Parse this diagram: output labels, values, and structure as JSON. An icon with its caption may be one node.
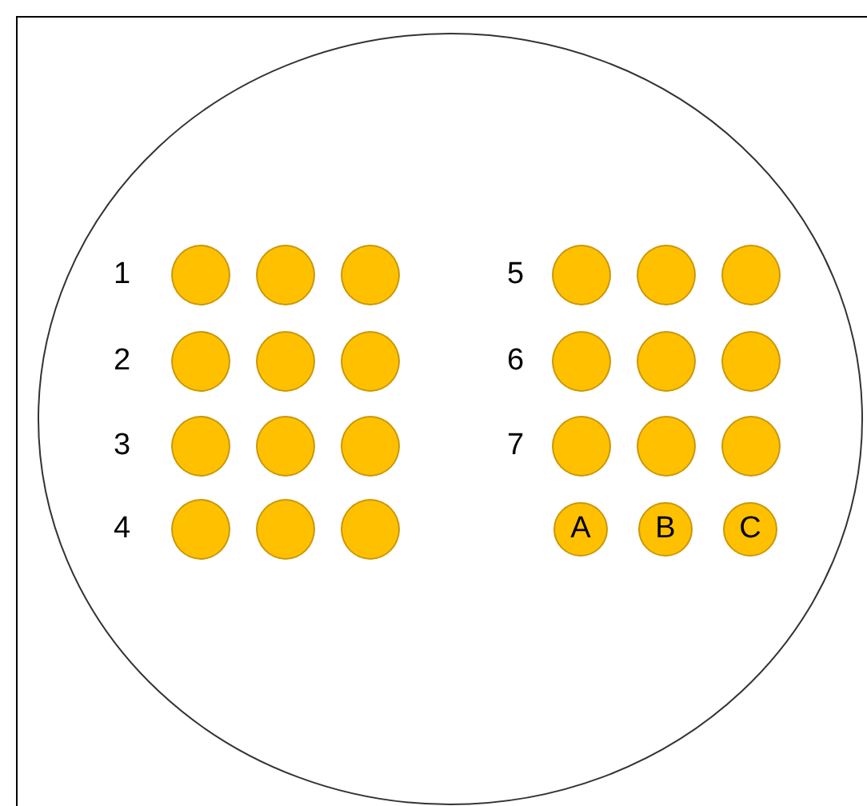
{
  "diagram": {
    "nodes": [
      {
        "text": [],
        "shape": "circle"
      },
      {
        "text": [],
        "shape": "circle",
        "in": 0
      },
      {
        "text": [],
        "shape": "circle",
        "in": 0
      },
      {
        "text": [],
        "shape": "circle",
        "in": 0
      },
      {
        "text": [],
        "shape": "circle",
        "in": 0
      },
      {
        "text": [],
        "shape": "circle",
        "in": 0
      },
      {
        "text": [],
        "shape": "circle",
        "in": 0
      },
      {
        "text": [],
        "shape": "circle",
        "in": 0
      },
      {
        "text": [],
        "shape": "circle",
        "in": 0
      },
      {
        "text": [],
        "shape": "circle",
        "in": 0
      },
      {
        "text": [],
        "shape": "circle",
        "in": 0
      },
      {
        "text": [],
        "shape": "circle",
        "in": 0
      },
      {
        "text": [],
        "shape": "circle",
        "in": 0
      },
      {
        "text": [],
        "shape": "circle",
        "in": 0
      },
      {
        "text": [],
        "shape": "circle",
        "in": 0
      },
      {
        "text": [],
        "shape": "circle",
        "in": 0
      },
      {
        "text": [],
        "shape": "circle",
        "in": 0
      },
      {
        "text": [],
        "shape": "circle",
        "in": 0
      },
      {
        "text": [],
        "shape": "circle",
        "in": 0
      },
      {
        "text": [],
        "shape": "circle",
        "in": 0
      },
      {
        "text": [],
        "shape": "circle",
        "in": 0
      },
      {
        "text": [],
        "shape": "circle",
        "in": 0
      },
      {
        "text": [
          "A"
        ],
        "in": 0
      },
      {
        "text": [
          "B"
        ],
        "in": 0
      },
      {
        "text": [
          "C"
        ],
        "in": 0
      }
    ],
    "labels": [
      "1",
      "5",
      "2",
      "6",
      "3",
      "7",
      "4"
    ]
  }
}
